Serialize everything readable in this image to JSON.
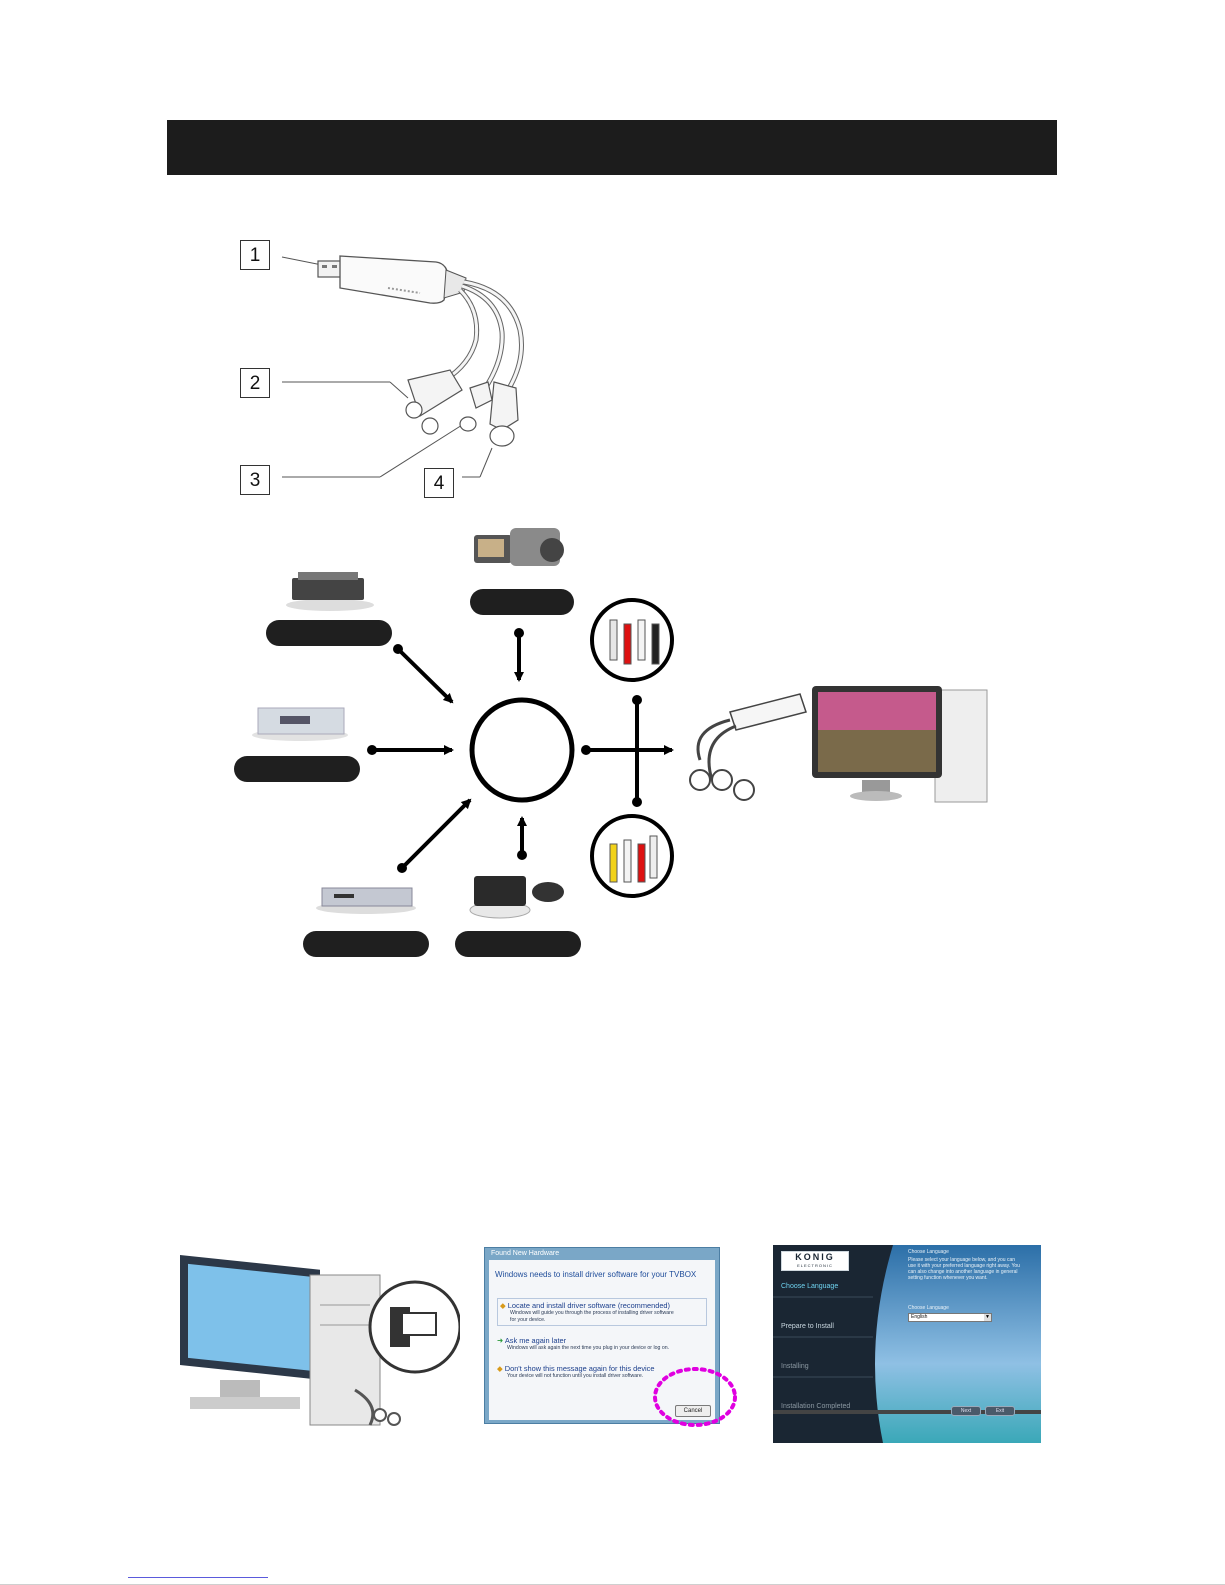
{
  "device_callouts": [
    "1",
    "2",
    "3",
    "4"
  ],
  "screenshot_dialog": {
    "window_title": "Found New Hardware",
    "heading": "Windows needs to install driver software for your TVBOX",
    "options": [
      {
        "title": "Locate and install driver software (recommended)",
        "desc_line1": "Windows will guide you through the process of installing driver software",
        "desc_line2": "for your device."
      },
      {
        "title": "Ask me again later",
        "desc_line1": "Windows will ask again the next time you plug in your device or log on.",
        "desc_line2": ""
      },
      {
        "title": "Don't show this message again for this device",
        "desc_line1": "Your device will not function until you install driver software.",
        "desc_line2": ""
      }
    ],
    "cancel_label": "Cancel"
  },
  "screenshot_installer": {
    "brand": "KONIG",
    "brand_sub": "ELECTRONIC",
    "steps": [
      "Choose Language",
      "Prepare to Install",
      "Installing",
      "Installation Completed"
    ],
    "panel_title": "Choose Language",
    "panel_text_1": "Please select your language below, and you can",
    "panel_text_2": "use it with your preferred language right away. You",
    "panel_text_3": "can also change into another language in general",
    "panel_text_4": "setting function whenever you want.",
    "select_label": "Choose Language",
    "select_value": "English",
    "next_label": "Next",
    "exit_label": "Exit"
  },
  "colors": {
    "header_bar": "#1c1c1c",
    "label_pill": "#1f1f1f",
    "highlight_circle": "#e000e0",
    "dialog_link": "#1c3f8c",
    "installer_active": "#6fd3f0"
  }
}
